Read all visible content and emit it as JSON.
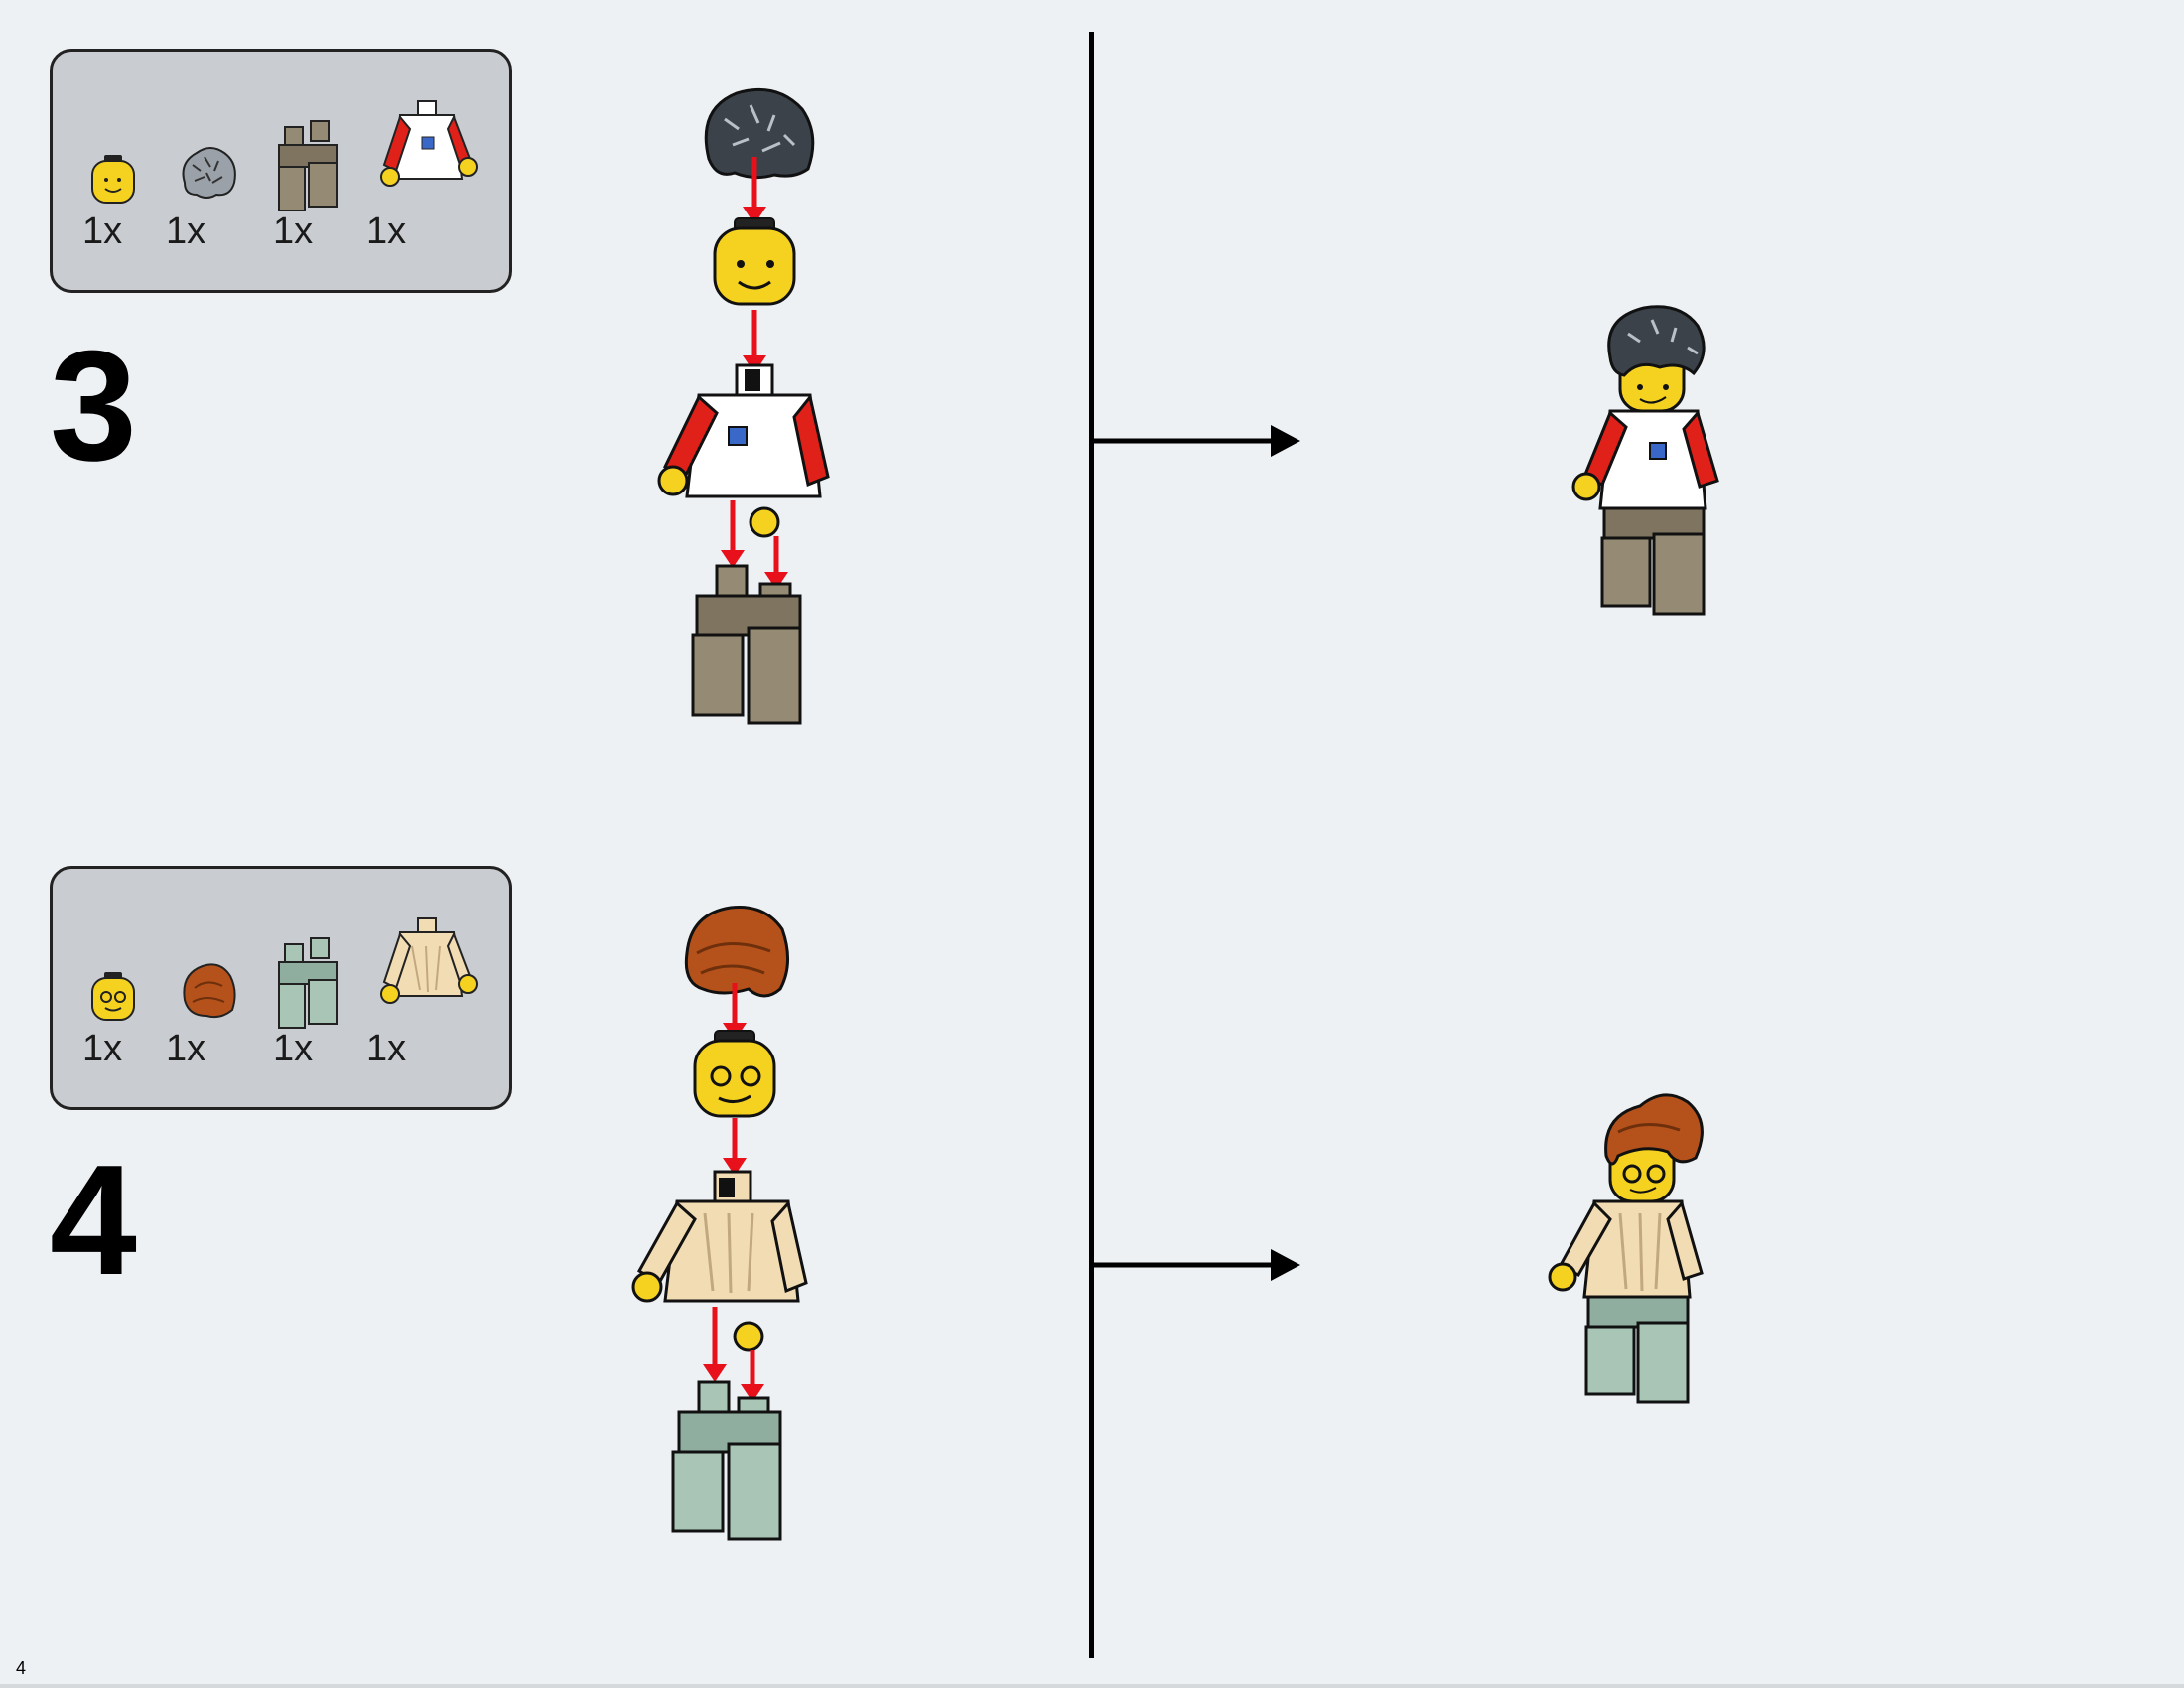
{
  "steps": [
    {
      "number": "3",
      "parts": [
        {
          "name": "head-yellow",
          "qty": "1x"
        },
        {
          "name": "hair-curly-dark",
          "qty": "1x"
        },
        {
          "name": "legs-dark-tan",
          "qty": "1x"
        },
        {
          "name": "torso-white-red-arms",
          "qty": "1x"
        }
      ]
    },
    {
      "number": "4",
      "parts": [
        {
          "name": "head-yellow-glasses",
          "qty": "1x"
        },
        {
          "name": "hair-ponytail-orange",
          "qty": "1x"
        },
        {
          "name": "legs-sand-green",
          "qty": "1x"
        },
        {
          "name": "torso-tan-sweater",
          "qty": "1x"
        }
      ]
    }
  ],
  "page_number": "4",
  "colors": {
    "background": "#edf1f4",
    "parts_box": "#c9cdd1",
    "arrow_red": "#e8101a",
    "skin_yellow": "#f5d21f",
    "torso_red": "#e0211a",
    "legs_dark_tan": "#958a73",
    "legs_sand_green": "#a8c5b6",
    "hair_orange": "#b5521b",
    "hair_dark": "#3b424a",
    "torso_tan": "#f2dcb3"
  }
}
